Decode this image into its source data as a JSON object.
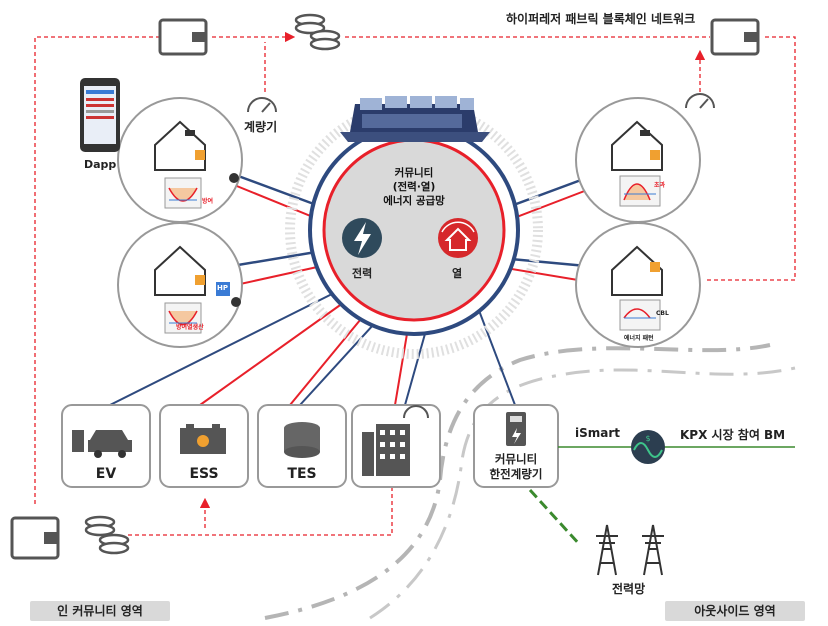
{
  "title": "하이퍼레저 패브릭 블록체인 네트워크",
  "center": {
    "title_line1": "커뮤니티",
    "title_line2": "(전력·열)",
    "title_line3": "에너지 공급망",
    "power_label": "전력",
    "heat_label": "열"
  },
  "meter_label": "계량기",
  "dapp_label": "Dapp",
  "houses": {
    "top_left_graph": "방여",
    "mid_left_graph": "방여열생산",
    "mid_left_badge": "HP",
    "top_right_graph": "초과",
    "mid_right_graph": "CBL",
    "mid_right_caption": "에너지 패턴"
  },
  "boxes": [
    {
      "label": "EV"
    },
    {
      "label": "ESS"
    },
    {
      "label": "TES"
    },
    {
      "label": ""
    }
  ],
  "community_meter": {
    "line1": "커뮤니티",
    "line2": "한전계량기"
  },
  "ismart_label": "iSmart",
  "kpx_label": "KPX 시장 참여 BM",
  "grid_label": "전력망",
  "inner_region": "인 커뮤니티 영역",
  "outside_region": "아웃사이드 영역",
  "colors": {
    "red_line": "#e8202a",
    "navy_line": "#2e4a7f",
    "dashed_red": "#e8202a",
    "green_line": "#3b8a2e",
    "power_icon_bg": "#2f4a5c",
    "heat_icon_bg": "#d6282b",
    "center_bg": "#d9d9d9"
  }
}
